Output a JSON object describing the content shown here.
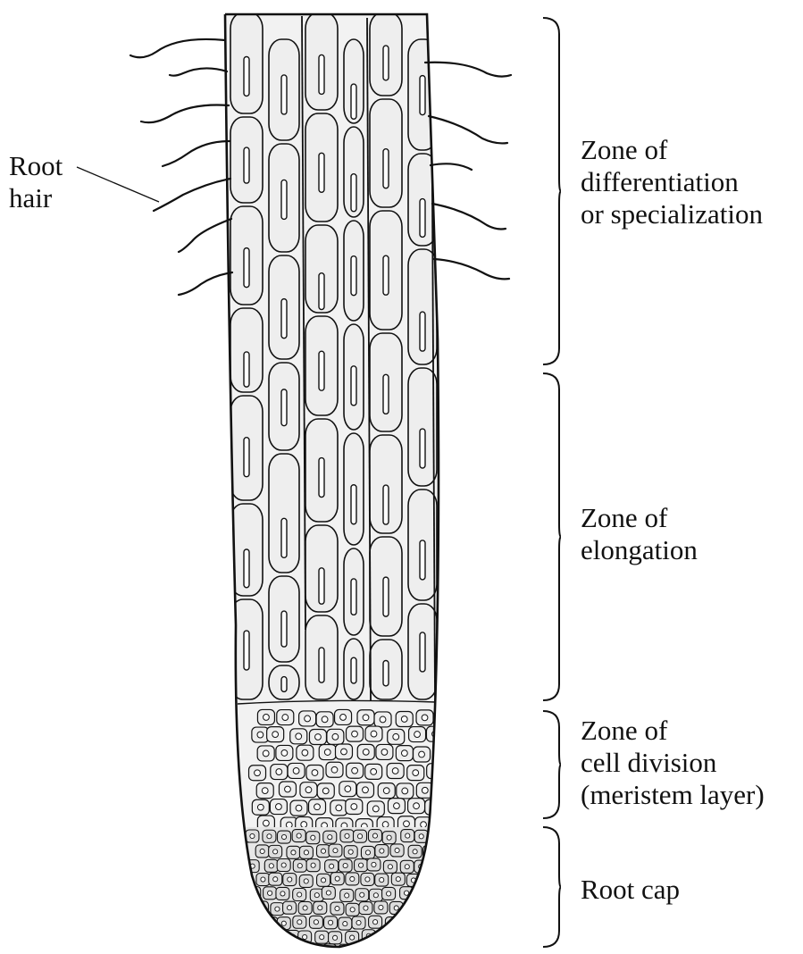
{
  "labels": {
    "root_hair": [
      "Root",
      "hair"
    ],
    "zone_differentiation": [
      "Zone of",
      "differentiation",
      "or specialization"
    ],
    "zone_elongation": [
      "Zone of",
      "elongation"
    ],
    "zone_cell_division": [
      "Zone of",
      "cell division",
      "(meristem layer)"
    ],
    "root_cap": [
      "Root cap"
    ]
  },
  "colors": {
    "ink": "#111111",
    "cell_fill": "#eeeeee",
    "cap_fill": "#e6e6e6",
    "background": "#ffffff"
  }
}
